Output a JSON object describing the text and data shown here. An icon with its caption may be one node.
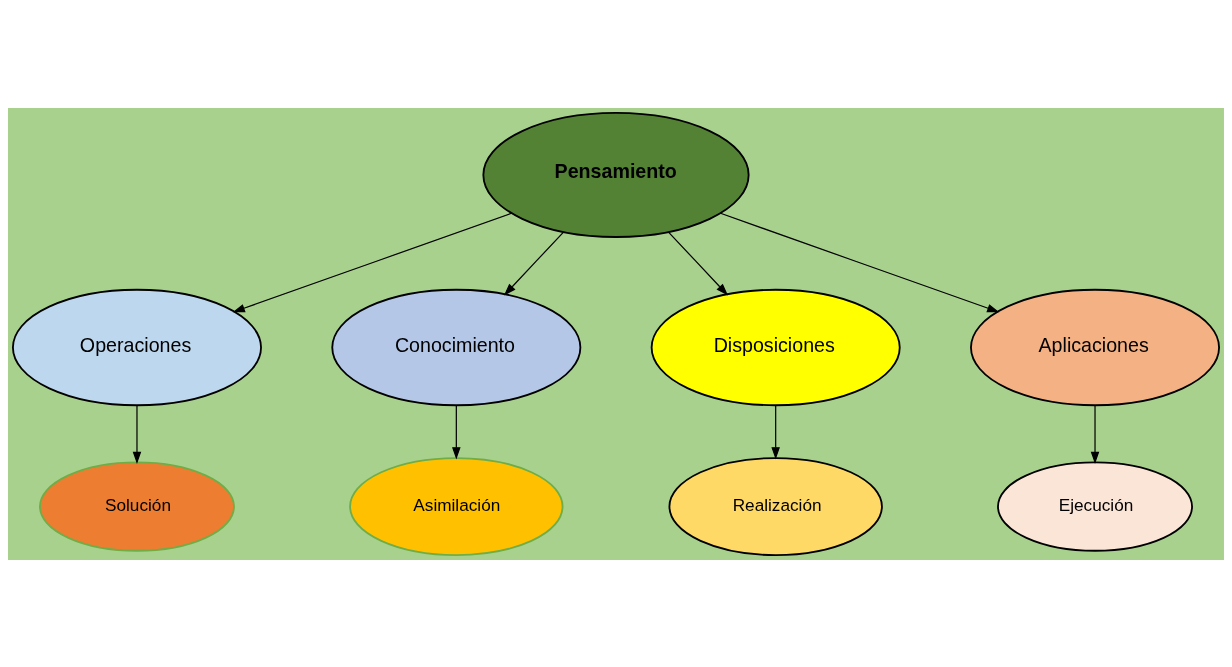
{
  "diagram": {
    "nodes": [
      {
        "text": [
          "Solución"
        ]
      },
      {
        "text": [
          "Asimilación"
        ]
      },
      {
        "text": [
          "Operaciones"
        ]
      },
      {
        "text": [
          "Conocimiento"
        ]
      },
      {
        "text": [
          "Pensamiento"
        ]
      },
      {
        "text": [
          "Disposiciones"
        ]
      },
      {
        "text": [
          "Realización"
        ]
      },
      {
        "text": [
          "Ejecución"
        ]
      },
      {
        "text": [
          "Aplicaciones"
        ]
      }
    ],
    "edges": [
      {
        "from": 4,
        "to": 2,
        "arrow": "to"
      },
      {
        "from": 4,
        "to": 3,
        "arrow": "to"
      },
      {
        "from": 4,
        "to": 5,
        "arrow": "to"
      },
      {
        "from": 4,
        "to": 8,
        "arrow": "to"
      },
      {
        "from": 2,
        "to": 0,
        "arrow": "to"
      },
      {
        "from": 3,
        "to": 1,
        "arrow": "to"
      },
      {
        "from": 5,
        "to": 6,
        "arrow": "to"
      },
      {
        "from": 8,
        "to": 7,
        "arrow": "to"
      }
    ]
  }
}
